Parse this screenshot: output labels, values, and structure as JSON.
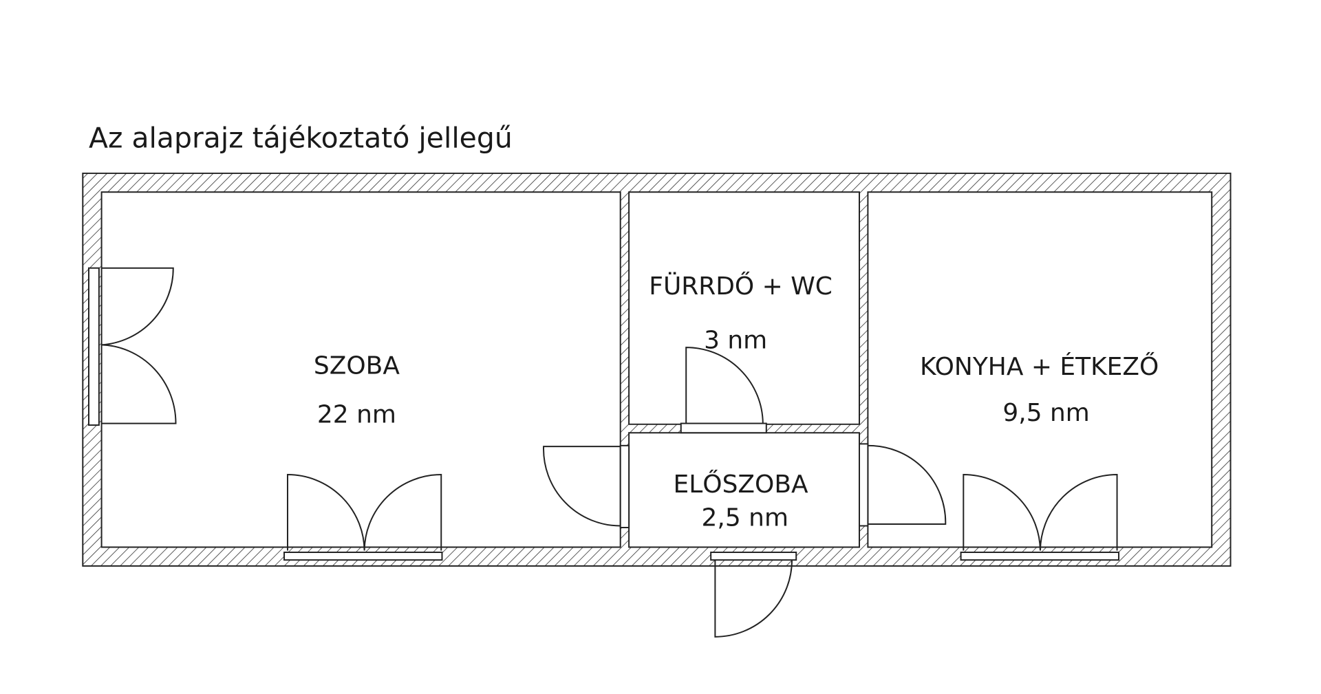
{
  "title": "Az alaprajz tájékoztató jellegű",
  "rooms": [
    {
      "name": "SZOBA",
      "area": "22 nm"
    },
    {
      "name": "FÜRRDŐ + WC",
      "area": "3 nm"
    },
    {
      "name": "KONYHA + ÉTKEZŐ",
      "area": "9,5 nm"
    },
    {
      "name": "ELŐSZOBA",
      "area": "2,5 nm"
    }
  ],
  "colors": {
    "line": "#222222",
    "background": "#ffffff"
  }
}
